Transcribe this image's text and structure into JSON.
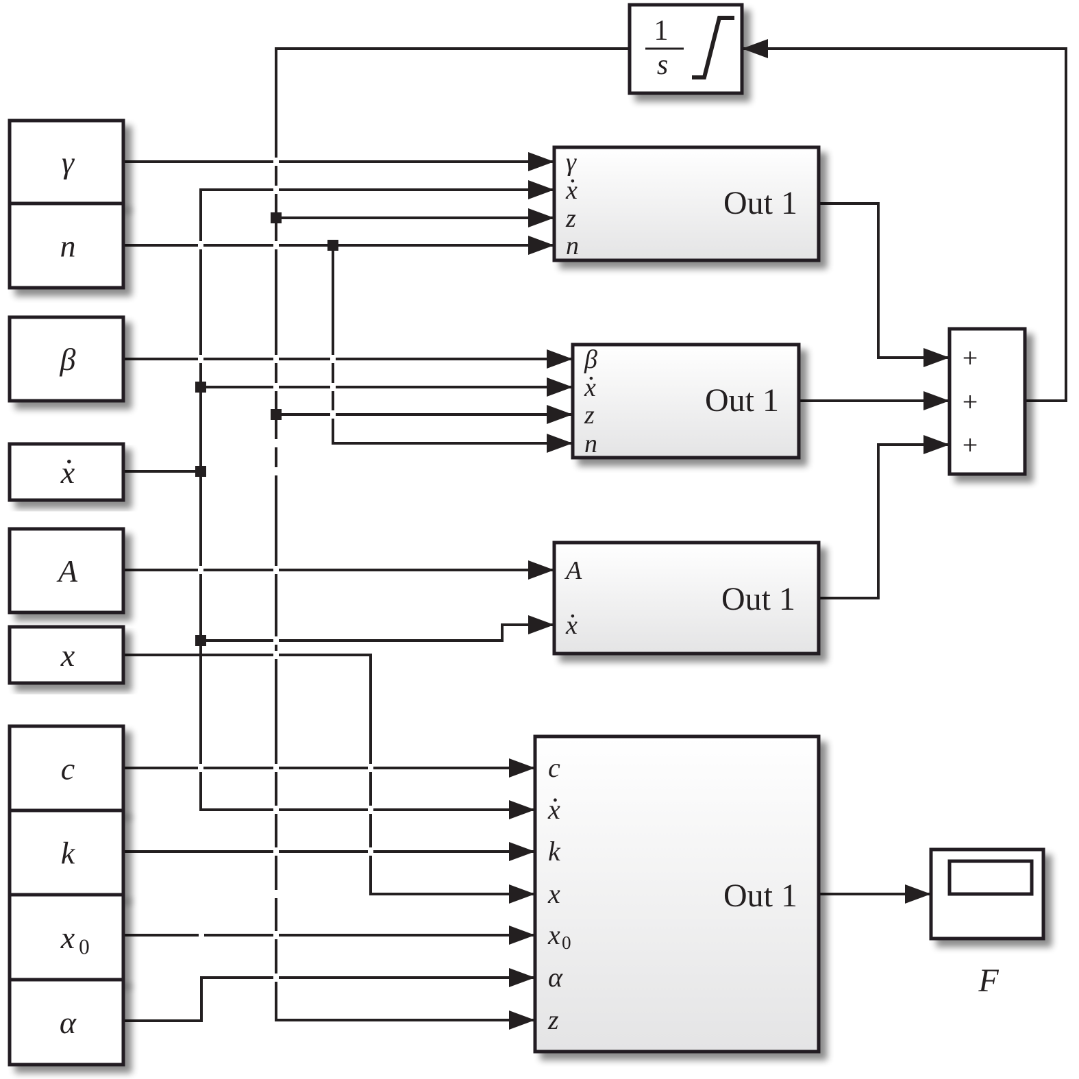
{
  "title": "Bouc-Wen hysteresis model block diagram",
  "colors": {
    "line": "#231f20",
    "block_fill": "#ffffff",
    "subsystem_gradient_top": "#ffffff",
    "subsystem_gradient_bottom": "#e6e6e7",
    "shadow": "#9a9a9a"
  },
  "constants": [
    {
      "id": "gamma",
      "label": "γ"
    },
    {
      "id": "n",
      "label": "n"
    },
    {
      "id": "beta",
      "label": "β"
    },
    {
      "id": "xdot",
      "label": "x",
      "dot": true
    },
    {
      "id": "A",
      "label": "A"
    },
    {
      "id": "x",
      "label": "x"
    },
    {
      "id": "c",
      "label": "c"
    },
    {
      "id": "k",
      "label": "k"
    },
    {
      "id": "x0",
      "label": "x",
      "subscript": "0"
    },
    {
      "id": "alpha",
      "label": "α"
    }
  ],
  "subsystems": [
    {
      "id": "sub-gamma",
      "output_label": "Out 1",
      "ports": [
        {
          "label": "γ"
        },
        {
          "label": "x",
          "dot": true
        },
        {
          "label": "z"
        },
        {
          "label": "n"
        }
      ]
    },
    {
      "id": "sub-beta",
      "output_label": "Out 1",
      "ports": [
        {
          "label": "β"
        },
        {
          "label": "x",
          "dot": true
        },
        {
          "label": "z"
        },
        {
          "label": "n"
        }
      ]
    },
    {
      "id": "sub-A",
      "output_label": "Out 1",
      "ports": [
        {
          "label": "A"
        },
        {
          "label": "x",
          "dot": true
        }
      ]
    },
    {
      "id": "sub-force",
      "output_label": "Out 1",
      "ports": [
        {
          "label": "c"
        },
        {
          "label": "x",
          "dot": true
        },
        {
          "label": "k"
        },
        {
          "label": "x"
        },
        {
          "label": "x",
          "sub": "0"
        },
        {
          "label": "α"
        },
        {
          "label": "z"
        }
      ]
    }
  ],
  "integrator": {
    "numerator": "1",
    "denominator": "s",
    "saturation": true
  },
  "sum_block": {
    "signs": [
      "+",
      "+",
      "+"
    ]
  },
  "scope": {
    "label": "F"
  }
}
